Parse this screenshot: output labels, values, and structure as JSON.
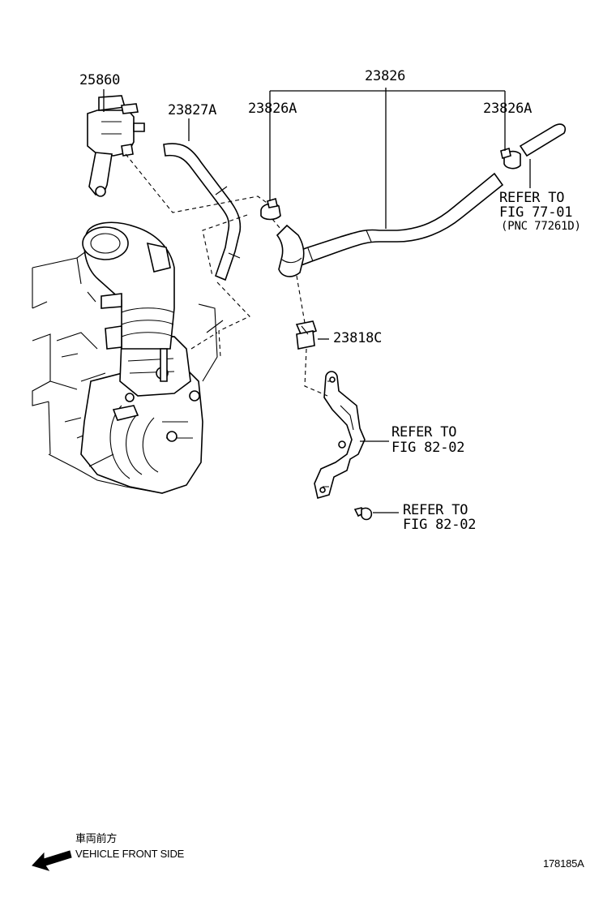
{
  "callouts": {
    "valve_vsv": "25860",
    "hose_upper": "23827A",
    "hose_assy": "23826",
    "clamp_left": "23826A",
    "clamp_right": "23826A",
    "clip": "23818C"
  },
  "references": {
    "ref_77_01": {
      "line1": "REFER TO",
      "line2": "FIG 77-01",
      "line3": "(PNC 77261D)"
    },
    "ref_82_02_bracket": {
      "line1": "REFER TO",
      "line2": "FIG 82-02"
    },
    "ref_82_02_bolt": {
      "line1": "REFER TO",
      "line2": "FIG 82-02"
    }
  },
  "orientation": {
    "japanese_label": "車両前方",
    "english_label": "VEHICLE FRONT SIDE"
  },
  "figure_id": "178185A"
}
